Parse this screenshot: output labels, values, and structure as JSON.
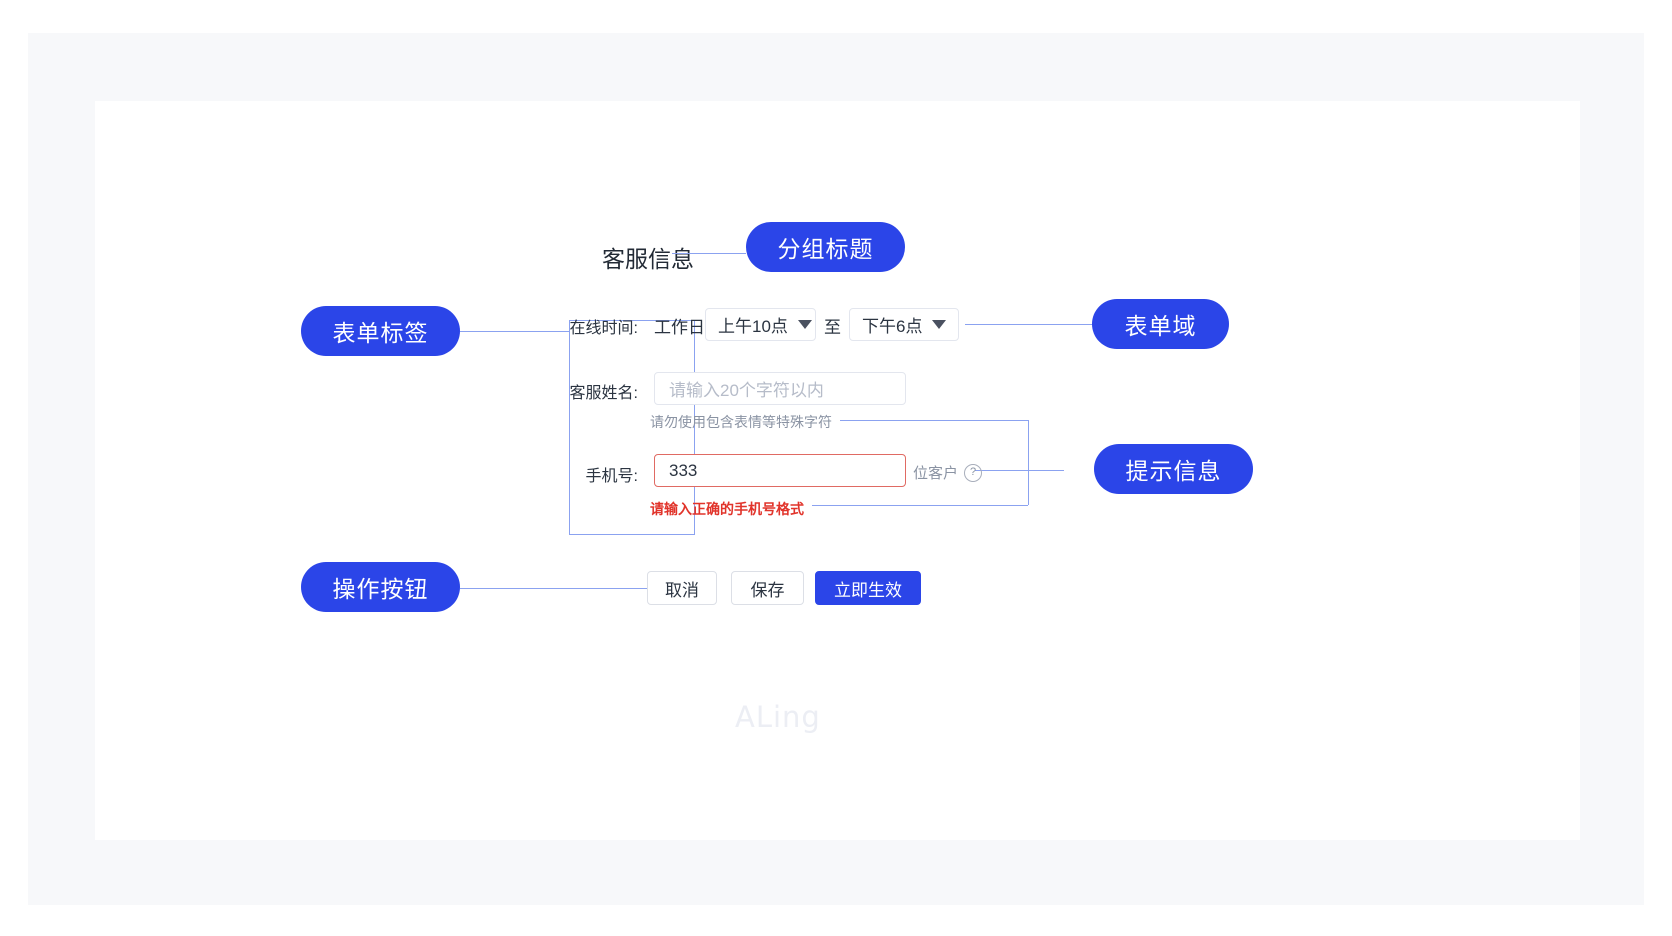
{
  "group": {
    "title": "客服信息",
    "badge": "分组标题"
  },
  "badges": {
    "form_label": "表单标签",
    "form_field": "表单域",
    "tip_info": "提示信息",
    "action_buttons": "操作按钮"
  },
  "form": {
    "rows": [
      {
        "label": "在线时间:",
        "static": "工作日",
        "select_start": "上午10点",
        "between": "至",
        "select_end": "下午6点"
      },
      {
        "label": "客服姓名:",
        "placeholder": "请输入20个字符以内",
        "help": "请勿使用包含表情等特殊字符"
      },
      {
        "label": "手机号:",
        "value": "333",
        "suffix": "位客户",
        "suffix_icon": "question-circle-icon",
        "error": "请输入正确的手机号格式"
      }
    ]
  },
  "actions": {
    "cancel": "取消",
    "save": "保存",
    "apply": "立即生效"
  },
  "watermark": "ALing",
  "colors": {
    "accent": "#2b45e8",
    "connector": "#8ba2f0",
    "error": "#e1342b",
    "error_border": "#e06a63",
    "placeholder": "#b6bcc9",
    "canvas": "#f7f8fa"
  }
}
